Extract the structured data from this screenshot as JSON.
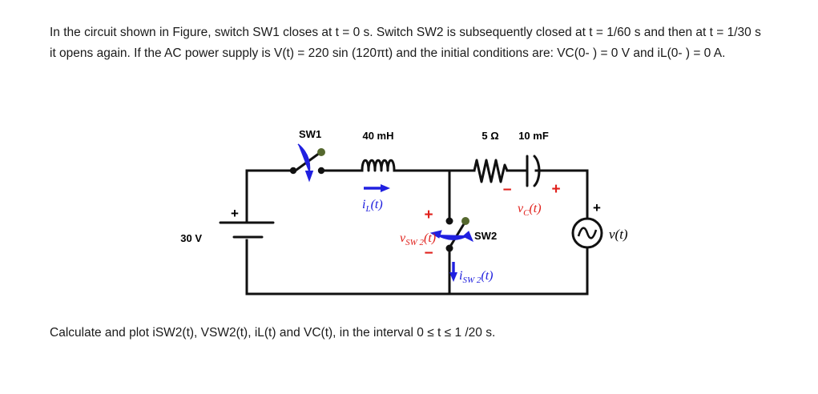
{
  "document": {
    "intro_text": "In the circuit shown in Figure, switch SW1 closes at t = 0 s. Switch SW2 is subsequently closed at t = 1/60 s and then at t = 1/30 s it opens again. If the AC power supply is V(t) = 220 sin (120πt) and the initial conditions are: VC(0- ) = 0 V and iL(0- ) = 0 A.",
    "task_text": "Calculate and plot iSW2(t), VSW2(t), iL(t) and VC(t), in the interval 0 ≤ t ≤ 1 /20 s."
  },
  "circuit": {
    "dc_source": {
      "label": "30 V",
      "polarity": "+"
    },
    "switch_sw1": {
      "label": "SW1"
    },
    "inductor": {
      "label": "40 mH",
      "current_symbol": "i",
      "current_sub": "L",
      "current_arg": "(t)"
    },
    "resistor": {
      "label": "5 Ω"
    },
    "capacitor": {
      "label": "10 mF",
      "voltage_symbol": "v",
      "voltage_sub": "C",
      "voltage_arg": "(t)",
      "plus": "+",
      "minus": "−"
    },
    "switch_sw2": {
      "label": "SW2",
      "voltage_symbol": "v",
      "voltage_sub": "SW 2",
      "voltage_arg": "(t)",
      "current_symbol": "i",
      "current_sub": "SW 2",
      "current_arg": "(t)",
      "plus": "+",
      "minus": "−"
    },
    "ac_source": {
      "symbol": "v",
      "arg": "(t)",
      "polarity": "+"
    },
    "colors": {
      "voltage_red": "#e0201b",
      "current_blue": "#1b1bdd",
      "wire_black": "#111111",
      "switch_dot_green": "#55682e"
    }
  }
}
